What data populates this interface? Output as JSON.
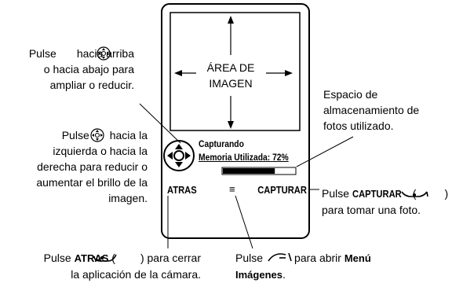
{
  "image_area": {
    "line1": "ÁREA DE",
    "line2": "IMAGEN"
  },
  "status": {
    "capturing": "Capturando",
    "memory_label": "Memoria Utilizada:",
    "memory_value": "72%",
    "memory_fraction": 0.72
  },
  "softkeys": {
    "left": "ATRAS",
    "menu_glyph": "≡",
    "right": "CAPTURAR"
  },
  "callouts": {
    "zoom": [
      "Pulse",
      "hacia arriba",
      "o hacia abajo para",
      "ampliar o reducir."
    ],
    "brightness": [
      "Pulse",
      "hacia la",
      "izquierda o hacia la",
      "derecha para reducir o",
      "aumentar el brillo de la",
      "imagen."
    ],
    "storage": [
      "Espacio de",
      "almacenamiento de",
      "fotos utilizado."
    ],
    "capture": {
      "pre": "Pulse",
      "key": "CAPTURAR",
      "open": "(",
      "close": ")",
      "line2": "para tomar una foto."
    },
    "back": {
      "pre": "Pulse",
      "key": "ATRAS",
      "open": "(",
      "close": ") para cerrar",
      "line2": "la aplicación de la cámara."
    },
    "menu": {
      "pre": "Pulse",
      "mid": "para abrir",
      "key": "Menú",
      "line2": "Imágenes",
      "dot": "."
    }
  }
}
